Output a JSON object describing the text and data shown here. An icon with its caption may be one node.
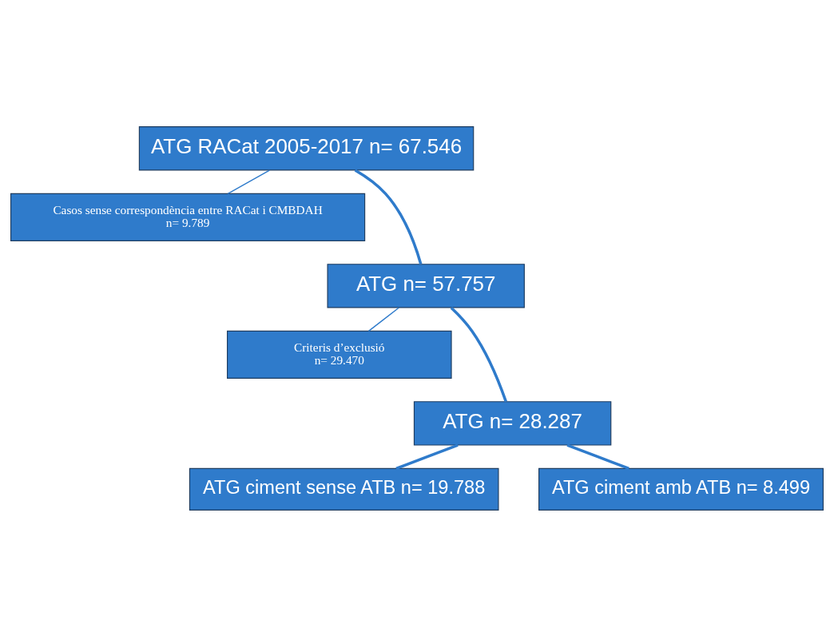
{
  "diagram": {
    "nodes": [
      {
        "text": [
          "ATG RACat 2005-2017 n= 67.546"
        ]
      },
      {
        "text": [
          "Casos sense correspondència entre RACat i CMBDAH",
          "n= 9.789"
        ]
      },
      {
        "text": [
          "ATG n= 57.757"
        ]
      },
      {
        "text": [
          "Criteris d’exclusió",
          "n= 29.470"
        ]
      },
      {
        "text": [
          "ATG n= 28.287"
        ]
      },
      {
        "text": [
          "ATG ciment sense ATB n= 19.788"
        ]
      },
      {
        "text": [
          "ATG ciment amb ATB n= 8.499"
        ]
      }
    ],
    "edges": [
      {
        "from": 0,
        "to": 2,
        "arrow": "none"
      },
      {
        "from": 0,
        "to": 1,
        "arrow": "none"
      },
      {
        "from": 2,
        "to": 4,
        "arrow": "none"
      },
      {
        "from": 2,
        "to": 3,
        "arrow": "none"
      },
      {
        "from": 4,
        "to": 5,
        "arrow": "none"
      },
      {
        "from": 4,
        "to": 6,
        "arrow": "none"
      }
    ]
  }
}
